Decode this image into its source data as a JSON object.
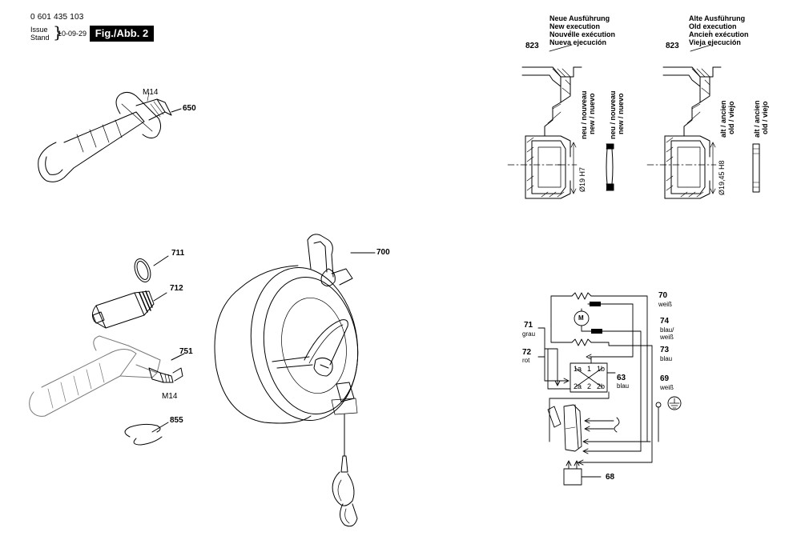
{
  "header": {
    "doc_number": "0 601 435 103",
    "issue_label": "Issue",
    "stand_label": "Stand",
    "date": "10-09-29",
    "figure_label": "Fig./Abb. 2"
  },
  "parts": {
    "p650": "650",
    "p650_thread": "M14",
    "p700": "700",
    "p711": "711",
    "p712": "712",
    "p751": "751",
    "p751_thread": "M14",
    "p855": "855",
    "p823_new": "823",
    "p823_old": "823"
  },
  "new_execution": {
    "de": "Neue Ausführung",
    "en": "New execution",
    "fr": "Nouvelle exécution",
    "es": "Nueva ejecución",
    "bore": "Ø19 H7",
    "part_a_line1": "neu / nouveau",
    "part_a_line2": "new / nuevo",
    "part_b_line1": "neu / nouveau",
    "part_b_line2": "new / nuevo"
  },
  "old_execution": {
    "de": "Alte Ausführung",
    "en": "Old execution",
    "fr": "Ancien exécution",
    "es": "Vieja ejecución",
    "bore": "Ø19,45 H8",
    "part_a_line1": "alt / ancien",
    "part_a_line2": "old / viejo",
    "part_b_line1": "alt / ancien",
    "part_b_line2": "old / viejo"
  },
  "wiring": {
    "w70": "70",
    "w70_color": "weiß",
    "w71": "71",
    "w71_color": "grau",
    "w72": "72",
    "w72_color": "rot",
    "w73": "73",
    "w73_color": "blau",
    "w74": "74",
    "w74_color_1": "blau/",
    "w74_color_2": "weiß",
    "w63": "63",
    "w63_color": "blau",
    "w69": "69",
    "w69_color": "weiß",
    "w68": "68",
    "motor": "M",
    "t1a": "1a",
    "t1": "1",
    "t1b": "1b",
    "t2a": "2a",
    "t2": "2",
    "t2b": "2b"
  }
}
